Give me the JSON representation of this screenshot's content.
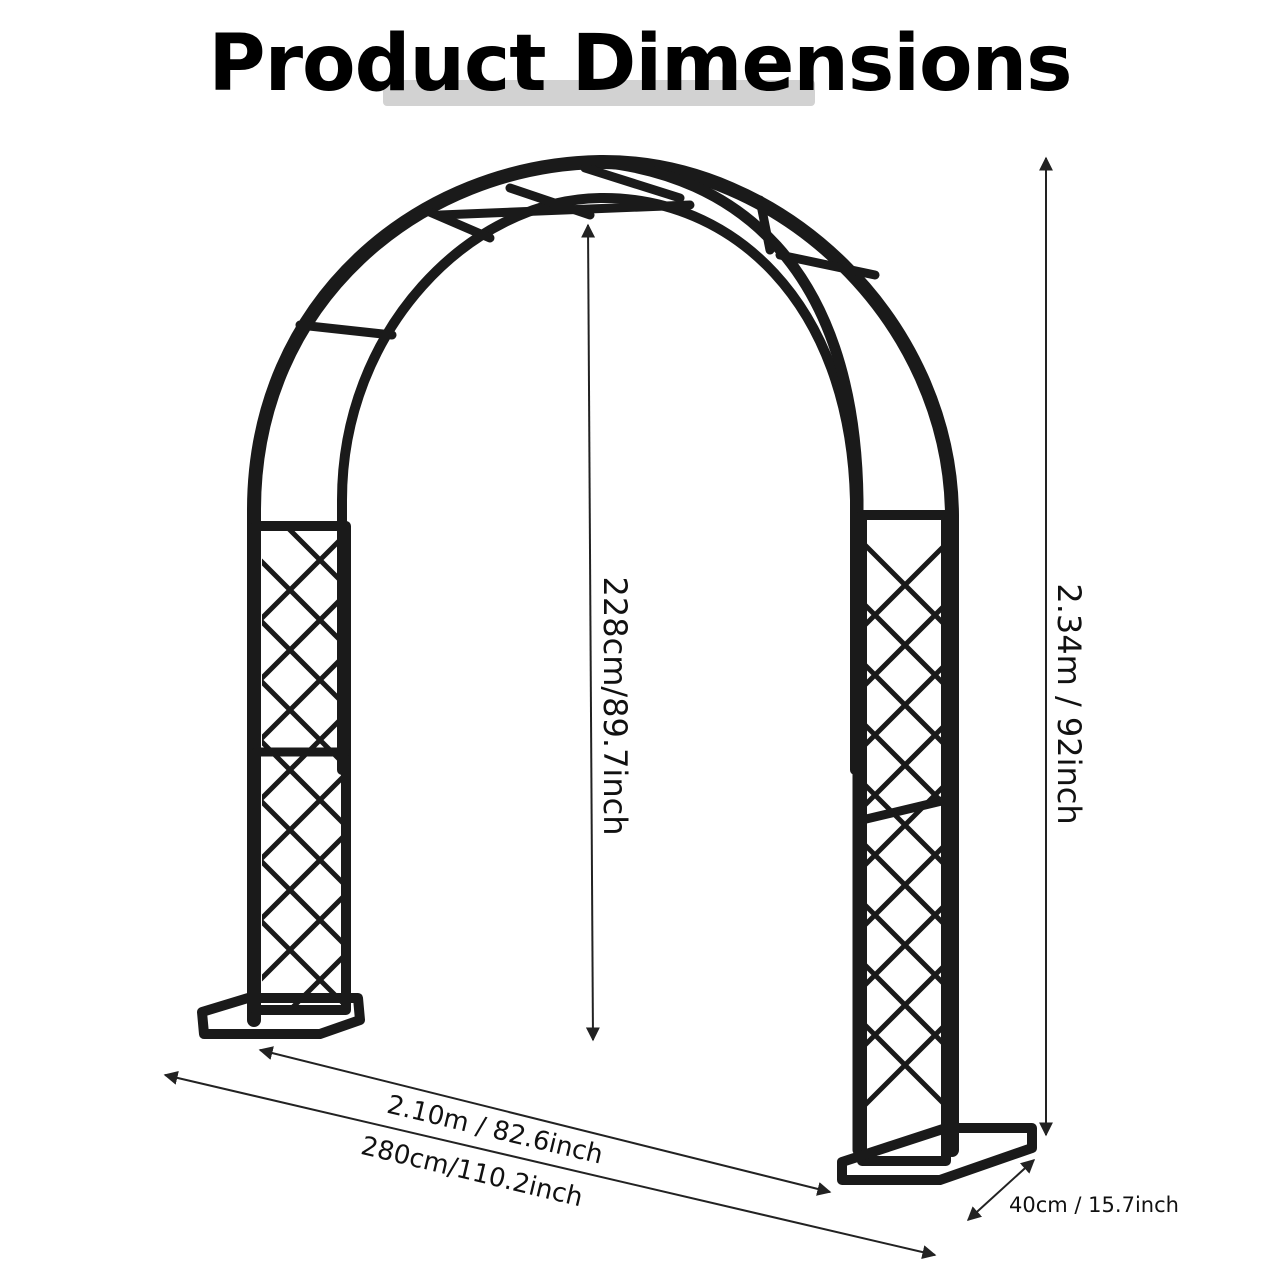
{
  "title": "Product Dimensions",
  "colors": {
    "frame": "#1a1a1a",
    "line": "#222222",
    "text": "#111111",
    "title_bar": "#d2d2d2"
  },
  "dimensions": {
    "inner_height": "228cm/89.7inch",
    "total_height": "2.34m / 92inch",
    "inner_width": "2.10m / 82.6inch",
    "outer_width": "280cm/110.2inch",
    "depth": "40cm / 15.7inch"
  }
}
